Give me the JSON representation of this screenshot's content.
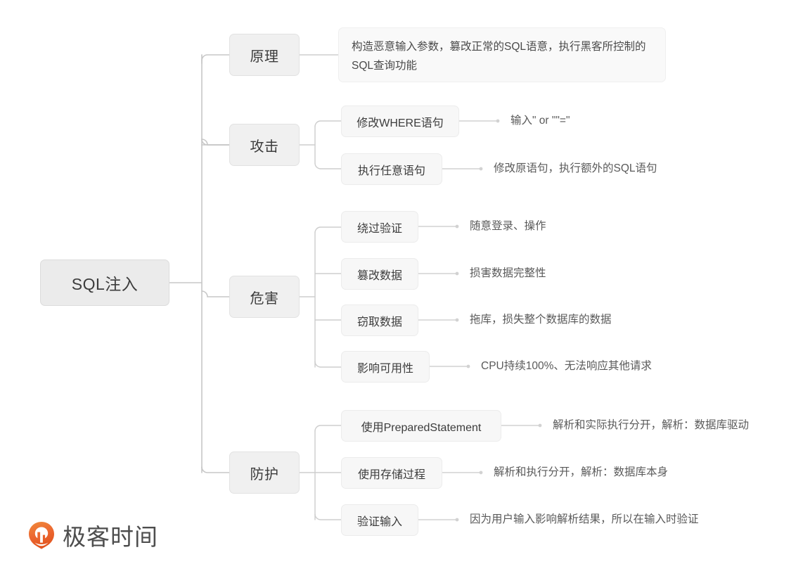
{
  "diagram": {
    "type": "mindmap",
    "root": {
      "label": "SQL注入"
    },
    "branches": [
      {
        "label": "原理",
        "description": "构造恶意输入参数，篡改正常的SQL语意，执行黑客所控制的SQL查询功能",
        "children": []
      },
      {
        "label": "攻击",
        "children": [
          {
            "label": "修改WHERE语句",
            "detail": "输入\" or \"\"=\""
          },
          {
            "label": "执行任意语句",
            "detail": "修改原语句，执行额外的SQL语句"
          }
        ]
      },
      {
        "label": "危害",
        "children": [
          {
            "label": "绕过验证",
            "detail": "随意登录、操作"
          },
          {
            "label": "篡改数据",
            "detail": "损害数据完整性"
          },
          {
            "label": "窃取数据",
            "detail": "拖库，损失整个数据库的数据"
          },
          {
            "label": "影响可用性",
            "detail": "CPU持续100%、无法响应其他请求"
          }
        ]
      },
      {
        "label": "防护",
        "children": [
          {
            "label": "使用PreparedStatement",
            "detail": "解析和实际执行分开，解析：数据库驱动"
          },
          {
            "label": "使用存储过程",
            "detail": "解析和执行分开，解析：数据库本身"
          },
          {
            "label": "验证输入",
            "detail": "因为用户输入影响解析结果，所以在输入时验证"
          }
        ]
      }
    ]
  },
  "branding": {
    "logo_text": "极客时间",
    "logo_icon": "geektime-pin-icon",
    "accent_color": "#ec6730"
  },
  "colors": {
    "background": "#ffffff",
    "root_fill": "#ebebeb",
    "level1_fill": "#f0f0f0",
    "level2_fill": "#f7f7f7",
    "desc_fill": "#f9f9f9",
    "connector": "#c9c9c9",
    "text": "#3c3c3c"
  }
}
